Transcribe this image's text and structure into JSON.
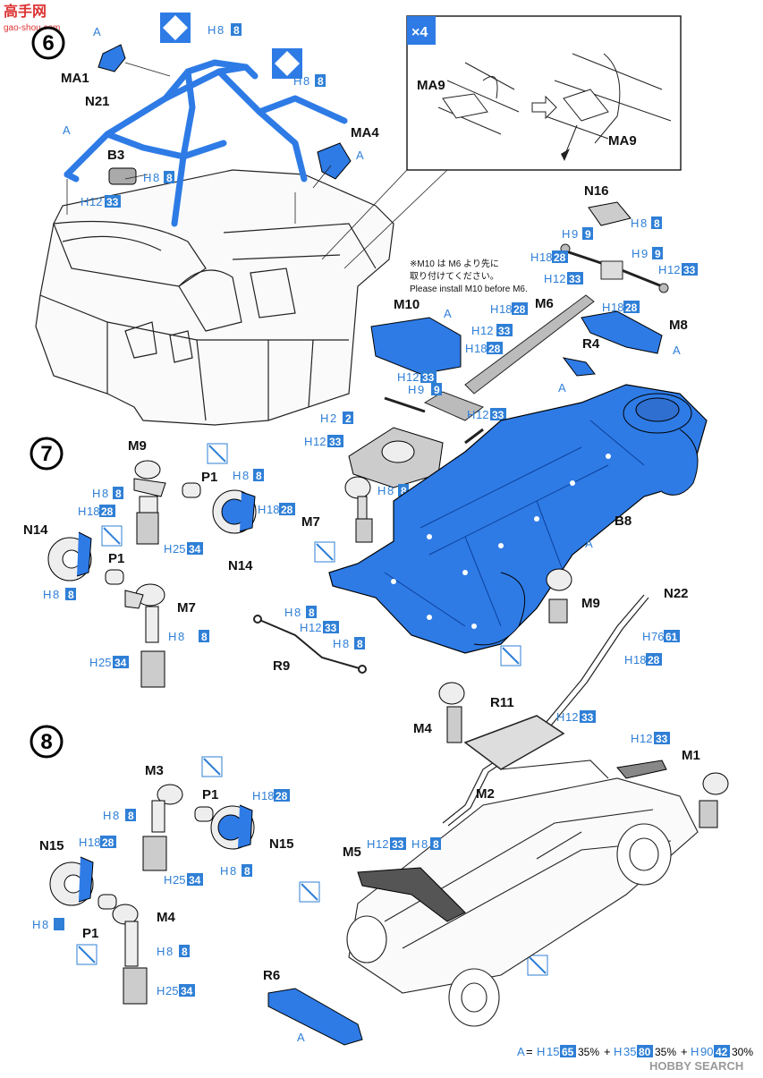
{
  "watermark_top": {
    "text1": "高手网",
    "text2": "gao-shou.com"
  },
  "steps": [
    {
      "num": "6"
    },
    {
      "num": "7"
    },
    {
      "num": "8"
    }
  ],
  "inset": {
    "multiplier": "×4",
    "part_left": "MA9",
    "part_right": "MA9"
  },
  "note": {
    "line1": "※M10 は M6 より先に",
    "line2": "取り付けてください。",
    "line3": "Please install M10 before M6."
  },
  "parts": {
    "MA1": "MA1",
    "N21": "N21",
    "B3": "B3",
    "MA4": "MA4",
    "N16": "N16",
    "M10": "M10",
    "M6": "M6",
    "M8": "M8",
    "R4": "R4",
    "B8": "B8",
    "M9_top": "M9",
    "P1": "P1",
    "N14": "N14",
    "M7": "M7",
    "M9_mid": "M9",
    "N22": "N22",
    "R9": "R9",
    "M3": "M3",
    "N15": "N15",
    "M4": "M4",
    "R11": "R11",
    "M1": "M1",
    "M2": "M2",
    "M5": "M5",
    "R6": "R6",
    "A": "A"
  },
  "paint_codes": {
    "h8": {
      "prefix": "H",
      "num": "8",
      "box": "8"
    },
    "h9": {
      "prefix": "H",
      "num": "9",
      "box": "9"
    },
    "h2": {
      "prefix": "H",
      "num": "2",
      "box": "2"
    },
    "h12": {
      "prefix": "H",
      "num": "12",
      "box": "33"
    },
    "h18": {
      "prefix": "H",
      "num": "18",
      "box": "28"
    },
    "h25": {
      "prefix": "H",
      "num": "25",
      "box": "34"
    },
    "h76": {
      "prefix": "H",
      "num": "76",
      "box": "61"
    }
  },
  "legend": {
    "a": "A",
    "eq": "=",
    "p1": "H",
    "n1": "15",
    "b1": "65",
    "t1": "35%",
    "plus1": "+",
    "p2": "H",
    "n2": "35",
    "b2": "80",
    "t2": "35%",
    "plus2": "+",
    "p3": "H",
    "n3": "90",
    "b3": "42",
    "t3": "30%"
  },
  "watermark_bottom": "HOBBY SEARCH",
  "colors": {
    "part_blue": "#2e7be6",
    "code_blue": "#2f7fd6"
  }
}
